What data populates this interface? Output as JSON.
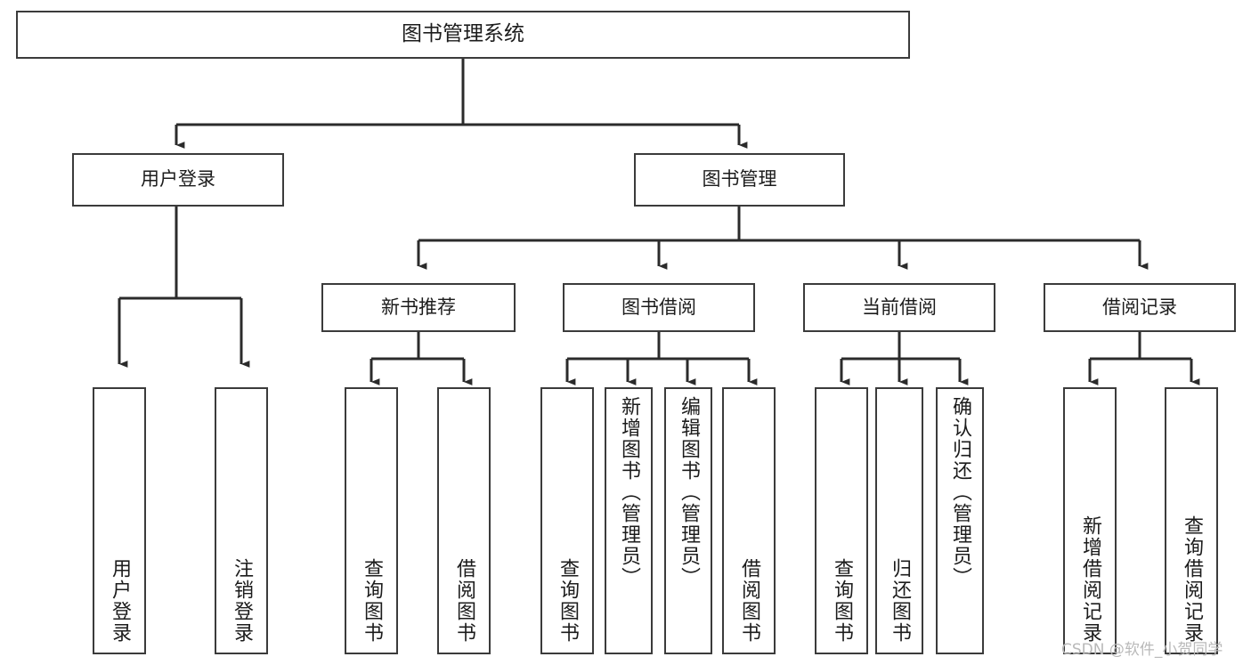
{
  "diagram": {
    "title": "图书管理系统",
    "type": "hierarchy-tree",
    "root": {
      "label": "图书管理系统"
    },
    "level1": [
      {
        "label": "用户登录"
      },
      {
        "label": "图书管理"
      }
    ],
    "level2": [
      {
        "label": "新书推荐"
      },
      {
        "label": "图书借阅"
      },
      {
        "label": "当前借阅"
      },
      {
        "label": "借阅记录"
      }
    ],
    "leaves": [
      {
        "label": "用户登录",
        "align": "bottom"
      },
      {
        "label": "注销登录",
        "align": "bottom"
      },
      {
        "label": "查询图书",
        "align": "bottom"
      },
      {
        "label": "借阅图书",
        "align": "bottom"
      },
      {
        "label": "查询图书",
        "align": "bottom"
      },
      {
        "label": "新增图书（管理员）",
        "align": "top"
      },
      {
        "label": "编辑图书（管理员）",
        "align": "top"
      },
      {
        "label": "借阅图书",
        "align": "bottom"
      },
      {
        "label": "查询图书",
        "align": "bottom"
      },
      {
        "label": "归还图书",
        "align": "bottom"
      },
      {
        "label": "确认归还（管理员）",
        "align": "top"
      },
      {
        "label": "新增借阅记录",
        "align": "bottom"
      },
      {
        "label": "查询借阅记录",
        "align": "bottom"
      }
    ]
  },
  "watermark": {
    "text": "CSDN @软件_小贺同学"
  },
  "colors": {
    "background": "#ffffff",
    "box_fill": "#ffffff",
    "box_stroke": "#3b3b3b",
    "edge_stroke": "#2b2b2b",
    "text": "#1c1c1c",
    "watermark": "#b9b9b9"
  }
}
